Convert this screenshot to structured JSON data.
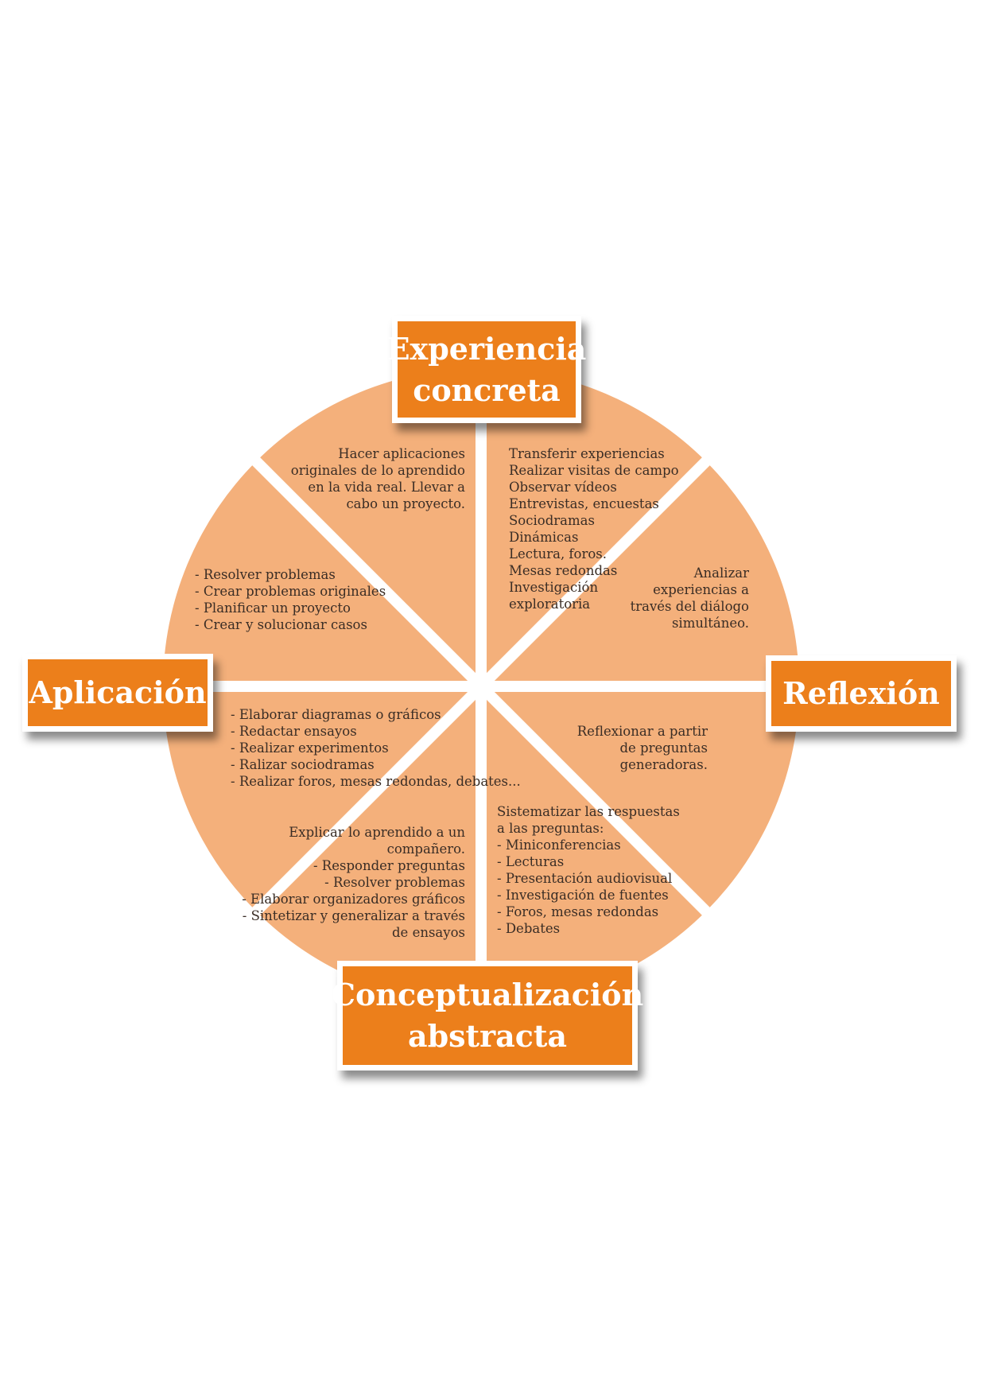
{
  "colors": {
    "wheel_fill": "#f4b07b",
    "divider": "#ffffff",
    "label_fill": "#ec7f1b",
    "label_text": "#ffffff",
    "segment_text": "#3a2d25"
  },
  "labels": {
    "top": [
      "Experiencia",
      "concreta"
    ],
    "right": [
      "Reflexión"
    ],
    "bottom": [
      "Conceptualización",
      "abstracta"
    ],
    "left": [
      "Aplicación"
    ]
  },
  "segments": {
    "top_left": [
      "Hacer aplicaciones",
      "originales de lo aprendido",
      "en la vida real. Llevar a",
      "cabo un proyecto."
    ],
    "top_right": [
      "Transferir experiencias",
      "Realizar visitas de campo",
      "Observar vídeos",
      "Entrevistas, encuestas",
      "Sociodramas",
      "Dinámicas",
      "Lectura, foros.",
      "Mesas redondas",
      "Investigación",
      "exploratoria"
    ],
    "right_upper": [
      "Analizar",
      "experiencias a",
      "través del diálogo",
      "simultáneo."
    ],
    "right_lower": [
      "Reflexionar a partir",
      "de preguntas",
      "generadoras."
    ],
    "bottom_right": [
      "Sistematizar las respuestas",
      "a las preguntas:",
      "- Miniconferencias",
      "- Lecturas",
      "- Presentación audiovisual",
      "- Investigación de fuentes",
      "- Foros, mesas redondas",
      "- Debates"
    ],
    "bottom_left": [
      "Explicar lo aprendido a un",
      "compañero.",
      "- Responder preguntas",
      "- Resolver problemas",
      "- Elaborar organizadores gráficos",
      "- Sintetizar y generalizar a través",
      "de ensayos"
    ],
    "left_lower": [
      "- Elaborar diagramas o gráficos",
      "- Redactar ensayos",
      "- Realizar experimentos",
      "- Ralizar sociodramas",
      "- Realizar foros, mesas redondas, debates..."
    ],
    "left_upper": [
      "- Resolver problemas",
      "- Crear problemas originales",
      "- Planificar un proyecto",
      "- Crear y solucionar casos"
    ]
  }
}
